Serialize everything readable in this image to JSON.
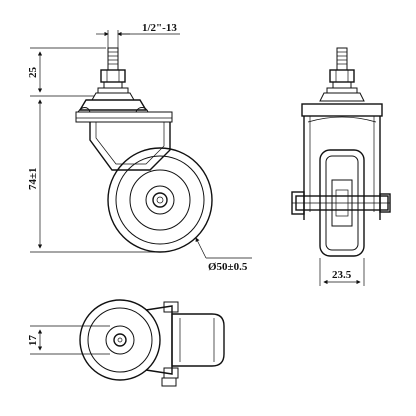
{
  "dimensions": {
    "thread": "1/2\"-13",
    "stem_height": "25",
    "total_height": "74±1",
    "wheel_diameter": "Ø50±0.5",
    "wheel_width": "23.5",
    "bottom_offset": "17"
  },
  "colors": {
    "line": "#111111",
    "wheel_fill": "#e8e8e8",
    "hatch_fill": "#cfcfcf",
    "background": "#ffffff"
  }
}
